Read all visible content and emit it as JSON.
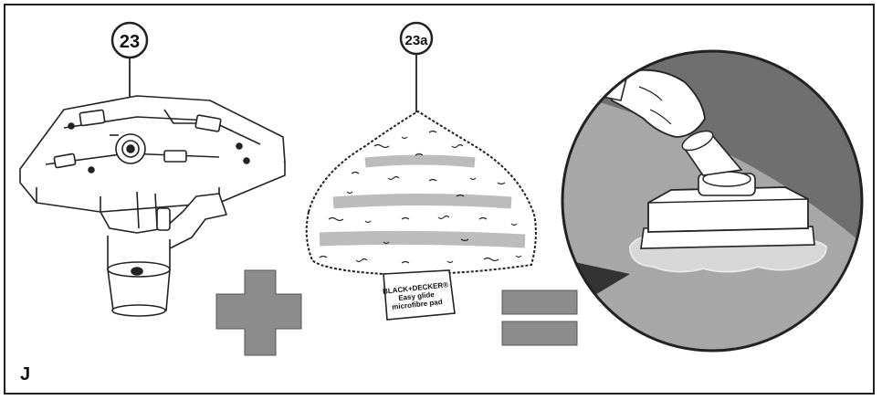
{
  "figure": {
    "letter": "J",
    "callouts": [
      {
        "id": "23"
      },
      {
        "id": "23a"
      }
    ],
    "pad_label": {
      "brand": "BLACK+DECKER®",
      "line1": "Easy glide",
      "line2": "microfibre pad"
    },
    "colors": {
      "outline": "#222222",
      "symbol_gray": "#8c8c8c",
      "background_surface": "#6f6f6f",
      "floor": "#a7a7a7"
    },
    "icons": [
      "plus-sign-icon",
      "equals-sign-icon"
    ]
  }
}
